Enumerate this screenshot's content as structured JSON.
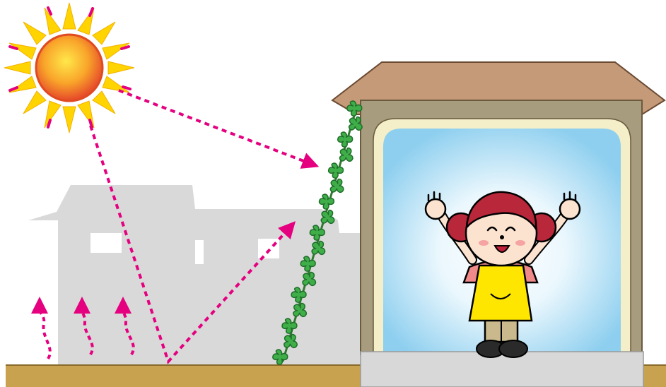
{
  "scene": {
    "description_icons": [
      "sun-icon",
      "neighbor-house-silhouette",
      "vine-curtain",
      "girl-character",
      "heat-arrow-icon"
    ],
    "colors": {
      "sun_core": "#F27A1F",
      "sun_rays": "#FFD400",
      "sun_ray_accent": "#E4007F",
      "arrow": "#E4007F",
      "ground": "#C8A24E",
      "ground_edge": "#8A6A2A",
      "house_silhouette": "#D9D9D9",
      "roof": "#C49A78",
      "wall": "#A79C7E",
      "window_frame": "#F4EFC9",
      "window_sky": "#8ECFEF",
      "floor": "#D8D8D8",
      "leaf": "#3A9C3A",
      "apron": "#FFE600",
      "hair": "#B8283A",
      "pants": "#C9B98C",
      "shirt": "#F08A8A"
    }
  }
}
